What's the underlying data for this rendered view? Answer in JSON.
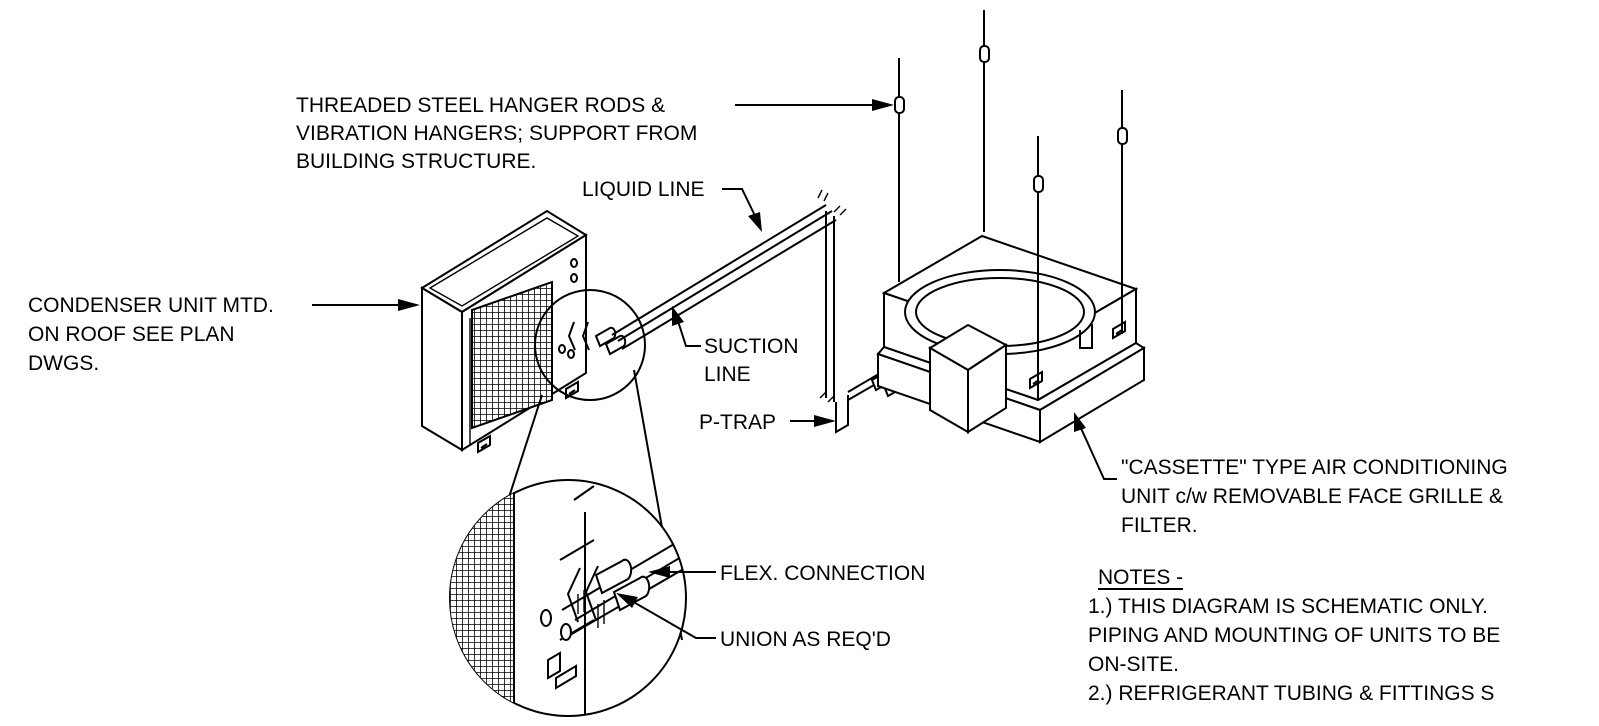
{
  "labels": {
    "hanger_rods": [
      "THREADED STEEL HANGER RODS &",
      "VIBRATION HANGERS; SUPPORT FROM",
      "BUILDING STRUCTURE."
    ],
    "liquid_line": "LIQUID LINE",
    "condenser": [
      "CONDENSER UNIT MTD.",
      "ON ROOF SEE PLAN",
      "DWGS."
    ],
    "suction_line": [
      "SUCTION",
      "LINE"
    ],
    "p_trap": "P-TRAP",
    "cassette": [
      "\"CASSETTE\" TYPE AIR CONDITIONING",
      "UNIT c/w REMOVABLE FACE GRILLE &",
      "FILTER."
    ],
    "flex_connection": "FLEX. CONNECTION",
    "union": "UNION AS REQ'D"
  },
  "notes": {
    "heading": "NOTES -",
    "lines": [
      "1.) THIS DIAGRAM IS SCHEMATIC ONLY.",
      "PIPING AND MOUNTING OF UNITS TO BE",
      "ON-SITE.",
      "2.) REFRIGERANT TUBING & FITTINGS S"
    ]
  }
}
